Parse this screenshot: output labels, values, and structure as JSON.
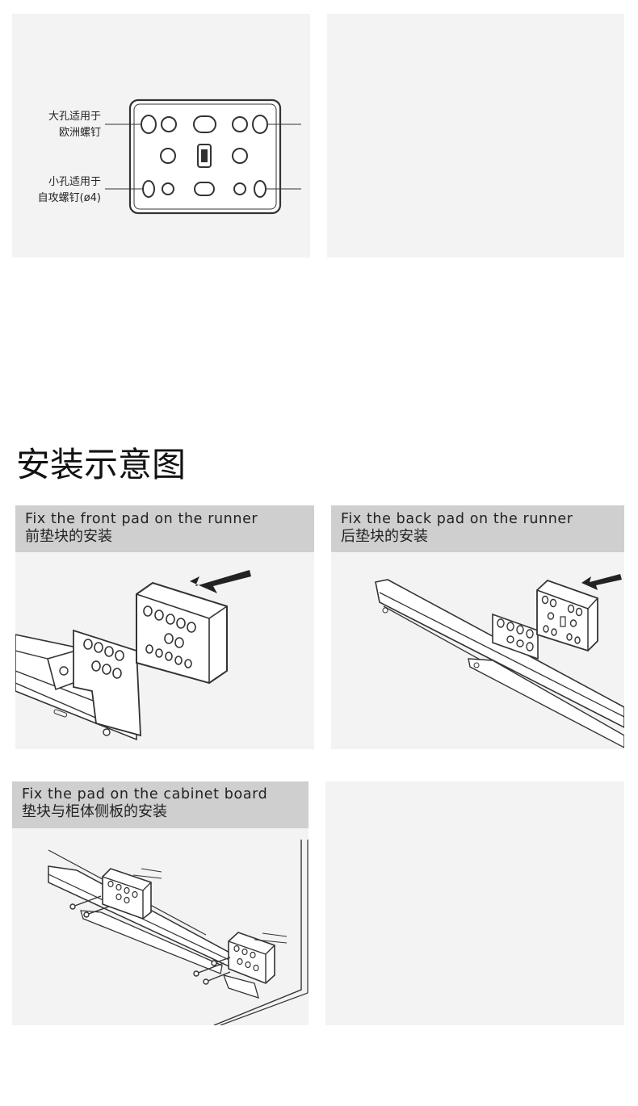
{
  "plate_diagram": {
    "large_hole_label": [
      "大孔适用于",
      "欧洲螺钉"
    ],
    "small_hole_label": [
      "小孔适用于",
      "自攻螺钉(ø4)"
    ]
  },
  "section_title": "安装示意图",
  "steps": [
    {
      "en": "Fix the front pad on the runner",
      "zh": "前垫块的安装"
    },
    {
      "en": "Fix the back pad on the runner",
      "zh": "后垫块的安装"
    },
    {
      "en": "Fix the pad on the cabinet board",
      "zh": "垫块与柜体侧板的安装"
    }
  ],
  "colors": {
    "panel_bg": "#f3f3f3",
    "bar_bg": "#cfcfcf",
    "line": "#333333"
  }
}
